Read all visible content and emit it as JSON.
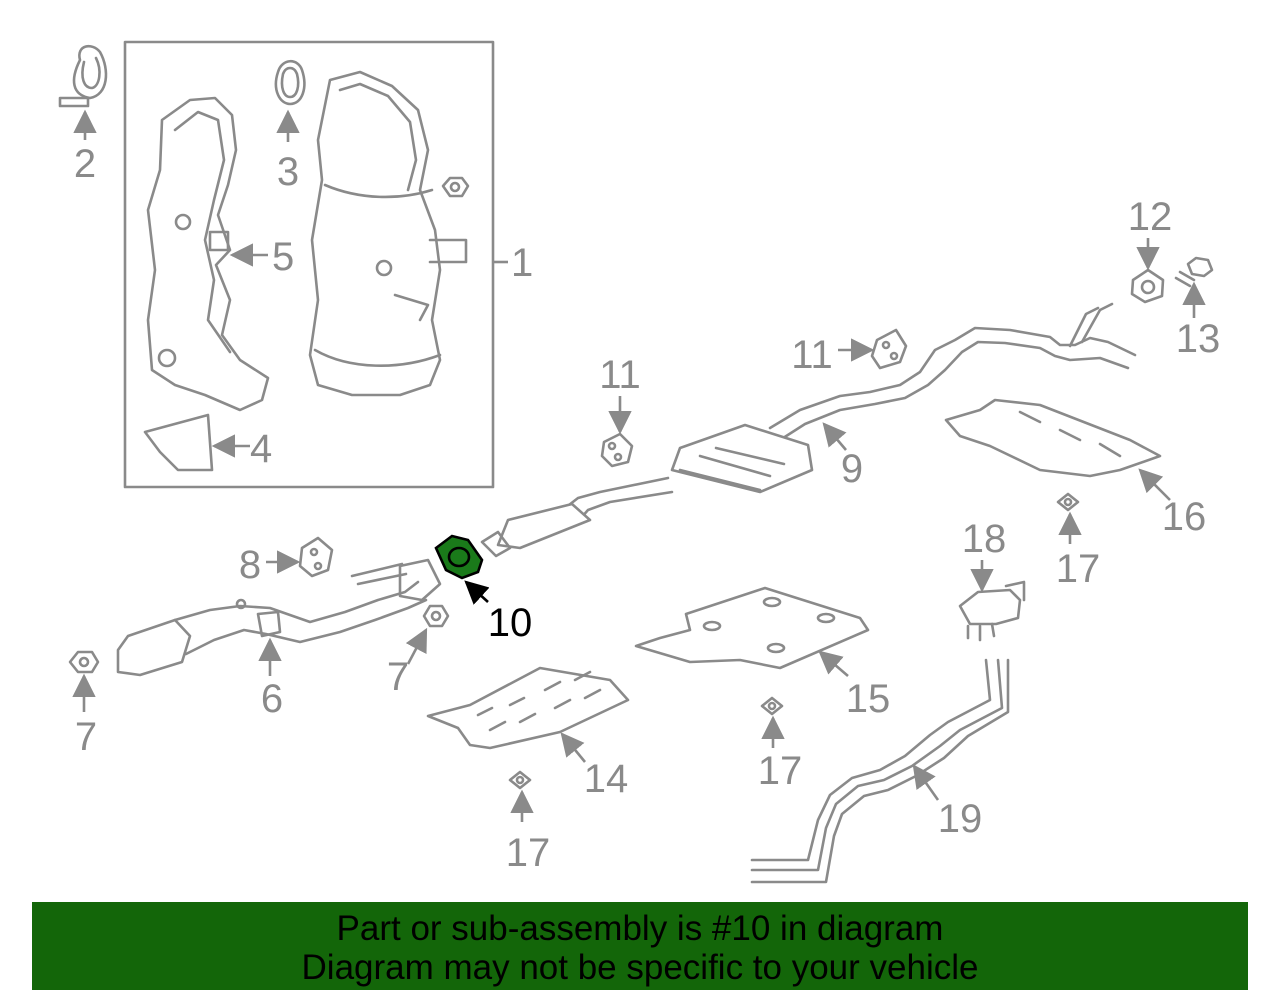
{
  "diagram": {
    "highlighted_part": "10",
    "callouts": {
      "c1": "1",
      "c2": "2",
      "c3": "3",
      "c4": "4",
      "c5": "5",
      "c6": "6",
      "c7a": "7",
      "c7b": "7",
      "c8": "8",
      "c9": "9",
      "c10": "10",
      "c11a": "11",
      "c11b": "11",
      "c12": "12",
      "c13": "13",
      "c14": "14",
      "c15": "15",
      "c16": "16",
      "c17a": "17",
      "c17b": "17",
      "c17c": "17",
      "c18": "18",
      "c19": "19"
    }
  },
  "banner": {
    "line1": "Part or sub-assembly is #10 in diagram",
    "line2": "Diagram may not be specific to your vehicle",
    "background": "#136609"
  },
  "colors": {
    "line_art": "#8a8a8a",
    "highlight": "#1a7a1a"
  }
}
